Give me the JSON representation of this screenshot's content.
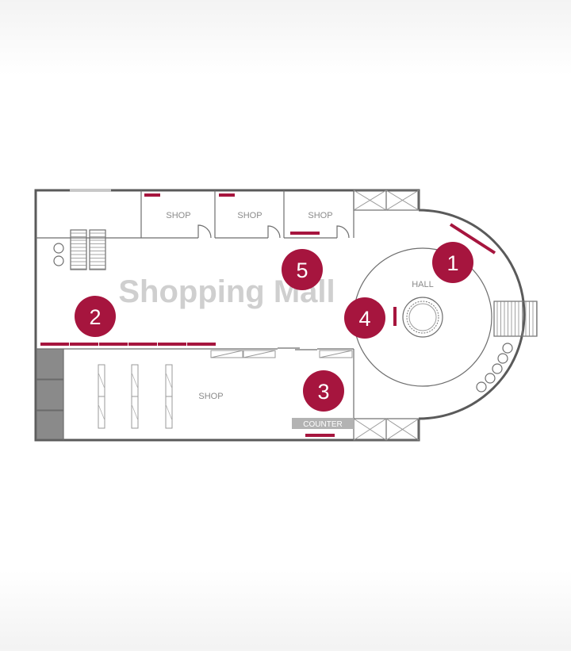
{
  "title": "Shopping Mall",
  "areas": {
    "shop_1": "SHOP",
    "shop_2": "SHOP",
    "shop_3": "SHOP",
    "shop_large": "SHOP",
    "hall": "HALL",
    "counter": "COUNTER"
  },
  "markers": [
    {
      "label": "1"
    },
    {
      "label": "2"
    },
    {
      "label": "3"
    },
    {
      "label": "4"
    },
    {
      "label": "5"
    }
  ],
  "colors": {
    "accent": "#a6153e",
    "walls": "#5a5a5a",
    "title": "#cfcfcf",
    "counter": "#b3b3b3"
  }
}
